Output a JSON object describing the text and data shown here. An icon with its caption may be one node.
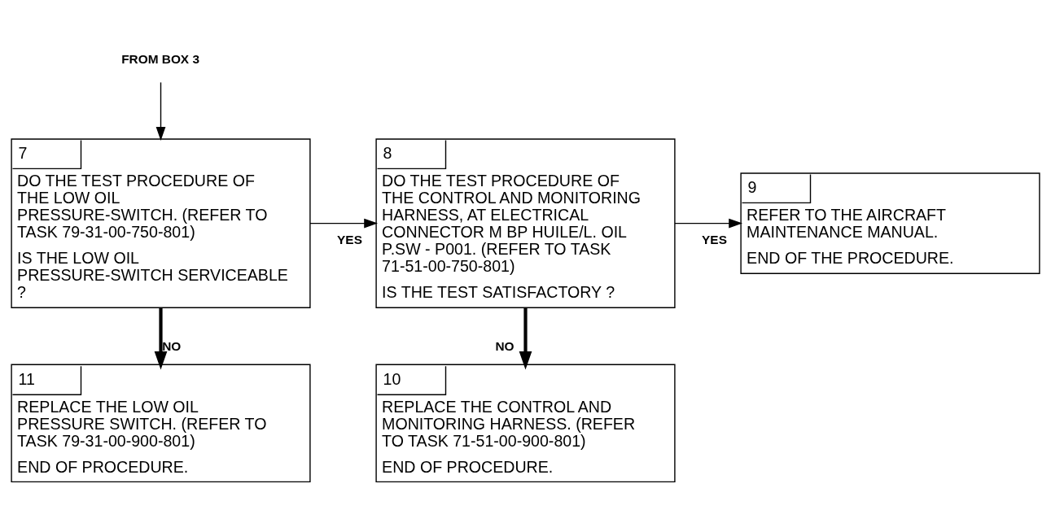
{
  "diagram": {
    "nodes": [
      {
        "text": [
          "FROM BOX 3"
        ]
      },
      {
        "text": [
          "7",
          "DO THE TEST PROCEDURE OF THE LOW OIL PRESSURE-SWITCH. (REFER TO TASK 79-31-00-750-801)",
          "IS THE LOW OIL PRESSURE-SWITCH SERVICEABLE ?"
        ]
      },
      {
        "text": [
          "8",
          "DO THE TEST PROCEDURE OF THE CONTROL AND MONITORING HARNESS, AT ELECTRICAL CONNECTOR M BP HUILE/L. OIL P.SW - P001. (REFER TO TASK 71-51-00-750-801)",
          "IS THE TEST SATISFACTORY ?"
        ]
      },
      {
        "text": [
          "9",
          "REFER TO THE AIRCRAFT MAINTENANCE MANUAL.",
          "END OF THE PROCEDURE."
        ]
      },
      {
        "text": [
          "11",
          "REPLACE THE LOW OIL PRESSURE SWITCH. (REFER TO TASK 79-31-00-900-801)",
          "END OF PROCEDURE."
        ]
      },
      {
        "text": [
          "10",
          "REPLACE THE CONTROL AND MONITORING HARNESS. (REFER TO TASK 71-51-00-900-801)",
          "END OF PROCEDURE."
        ]
      }
    ],
    "edges": [
      {
        "from": 0,
        "to": 1,
        "arrow": "to"
      },
      {
        "from": 1,
        "to": 2,
        "arrow": "to",
        "label": "YES"
      },
      {
        "from": 2,
        "to": 3,
        "arrow": "to",
        "label": "YES"
      },
      {
        "from": 1,
        "to": 4,
        "arrow": "to",
        "label": "NO",
        "style": "thick"
      },
      {
        "from": 2,
        "to": 5,
        "arrow": "to",
        "label": "NO",
        "style": "thick"
      }
    ]
  }
}
